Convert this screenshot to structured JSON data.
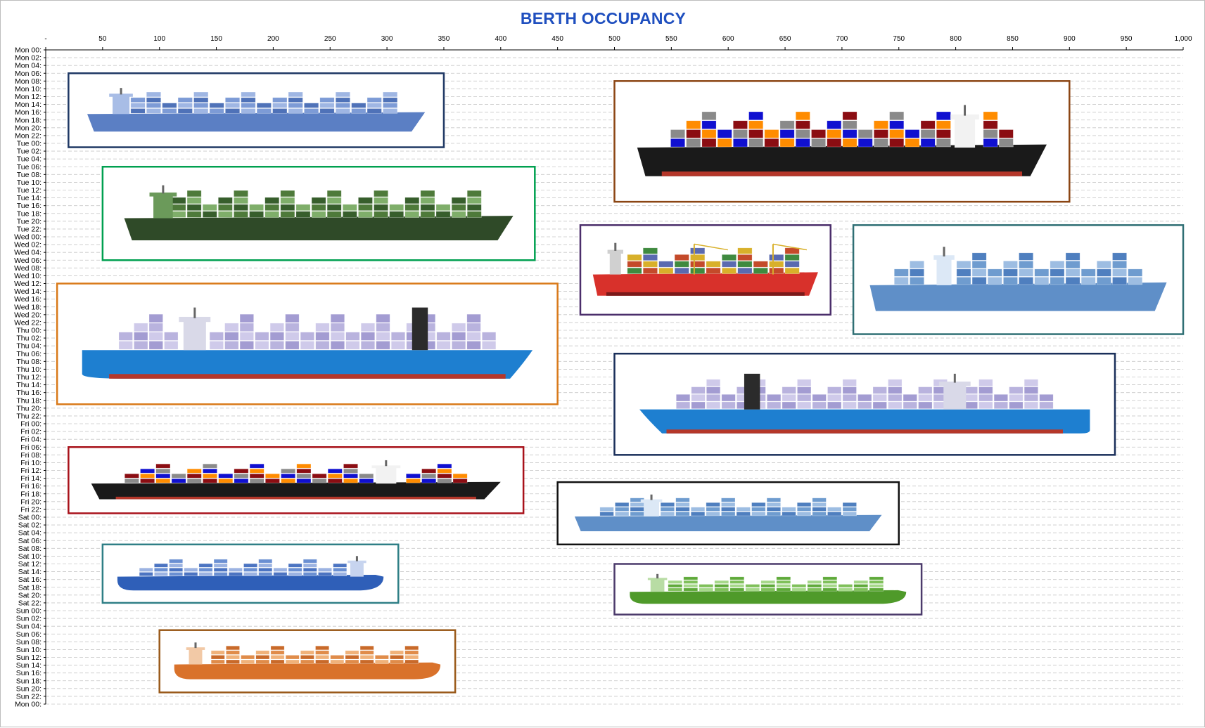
{
  "colors": {
    "title": "#1f4fbf",
    "gridline": "#c8c8c8",
    "axis": "#000000"
  },
  "chart_data": {
    "type": "gantt",
    "title": "BERTH OCCUPANCY",
    "x_axis": {
      "position": "top",
      "min": 0,
      "max": 1000,
      "step": 50,
      "tick_labels": [
        "-",
        "50",
        "100",
        "150",
        "200",
        "250",
        "300",
        "350",
        "400",
        "450",
        "500",
        "550",
        "600",
        "650",
        "700",
        "750",
        "800",
        "850",
        "900",
        "950",
        "1,000"
      ]
    },
    "y_axis": {
      "direction": "down",
      "min_hours": 0,
      "max_hours": 168,
      "step_hours": 2,
      "tick_labels": [
        "Mon 00:",
        "Mon 02:",
        "Mon 04:",
        "Mon 06:",
        "Mon 08:",
        "Mon 10:",
        "Mon 12:",
        "Mon 14:",
        "Mon 16:",
        "Mon 18:",
        "Mon 20:",
        "Mon 22:",
        "Tue 00:",
        "Tue 02:",
        "Tue 04:",
        "Tue 06:",
        "Tue 08:",
        "Tue 10:",
        "Tue 12:",
        "Tue 14:",
        "Tue 16:",
        "Tue 18:",
        "Tue 20:",
        "Tue 22:",
        "Wed 00:",
        "Wed 02:",
        "Wed 04:",
        "Wed 06:",
        "Wed 08:",
        "Wed 10:",
        "Wed 12:",
        "Wed 14:",
        "Wed 16:",
        "Wed 18:",
        "Wed 20:",
        "Wed 22:",
        "Thu 00:",
        "Thu 02:",
        "Thu 04:",
        "Thu 06:",
        "Thu 08:",
        "Thu 10:",
        "Thu 12:",
        "Thu 14:",
        "Thu 16:",
        "Thu 18:",
        "Thu 20:",
        "Thu 22:",
        "Fri 00:",
        "Fri 02:",
        "Fri 04:",
        "Fri 06:",
        "Fri 08:",
        "Fri 10:",
        "Fri 12:",
        "Fri 14:",
        "Fri 16:",
        "Fri 18:",
        "Fri 20:",
        "Fri 22:",
        "Sat 00:",
        "Sat 02:",
        "Sat 04:",
        "Sat 06:",
        "Sat 08:",
        "Sat 10:",
        "Sat 12:",
        "Sat 14:",
        "Sat 16:",
        "Sat 18:",
        "Sat 20:",
        "Sat 22:",
        "Sun 00:",
        "Sun 02:",
        "Sun 04:",
        "Sun 06:",
        "Sun 08:",
        "Sun 10:",
        "Sun 12:",
        "Sun 14:",
        "Sun 16:",
        "Sun 18:",
        "Sun 20:",
        "Sun 22:",
        "Mon 00:"
      ]
    },
    "grid": true,
    "vessels": [
      {
        "berth_start": 20,
        "berth_end": 350,
        "arrival_h": 6,
        "departure_h": 25,
        "frame_color": "#1f3864",
        "hull": "#5b7fc4",
        "cargo": [
          "#7d9bd6",
          "#4f72b8",
          "#9fb6e3"
        ],
        "superstructure": "#a8bde6",
        "bridge_pos": 0.1,
        "style": "flat"
      },
      {
        "berth_start": 50,
        "berth_end": 430,
        "arrival_h": 30,
        "departure_h": 54,
        "frame_color": "#00a050",
        "hull": "#2f4a28",
        "cargo": [
          "#4e7a3a",
          "#375e2c",
          "#7fae6a"
        ],
        "superstructure": "#6b9a5a",
        "bridge_pos": 0.1,
        "style": "flat"
      },
      {
        "berth_start": 10,
        "berth_end": 450,
        "arrival_h": 60,
        "departure_h": 91,
        "frame_color": "#d97a1a",
        "hull": "#1e7fd0",
        "cargo": [
          "#b9b3de",
          "#a39cd2",
          "#cfcaea"
        ],
        "superstructure": "#d9d9e8",
        "bridge_pos": 0.25,
        "style": "maersk"
      },
      {
        "berth_start": 20,
        "berth_end": 420,
        "arrival_h": 102,
        "departure_h": 119,
        "frame_color": "#a8111a",
        "hull": "#1a1a1a",
        "cargo": [
          "#8b0d12",
          "#ff8c00",
          "#1010d0",
          "#8a8a8a"
        ],
        "superstructure": "#f2f2f2",
        "bridge_pos": 0.72,
        "style": "box"
      },
      {
        "berth_start": 50,
        "berth_end": 310,
        "arrival_h": 127,
        "departure_h": 142,
        "frame_color": "#2f7f86",
        "hull": "#2f5fb8",
        "cargo": [
          "#6a8fd2",
          "#4c74c2",
          "#9cb3e2"
        ],
        "superstructure": "#c7d4ef",
        "bridge_pos": 0.9,
        "style": "feeder"
      },
      {
        "berth_start": 100,
        "berth_end": 360,
        "arrival_h": 149,
        "departure_h": 165,
        "frame_color": "#9a5a1a",
        "hull": "#d9722b",
        "cargo": [
          "#e08c4a",
          "#c96a2a",
          "#f0b27a"
        ],
        "superstructure": "#f2c9a6",
        "bridge_pos": 0.08,
        "style": "feeder"
      },
      {
        "berth_start": 500,
        "berth_end": 900,
        "arrival_h": 8,
        "departure_h": 39,
        "frame_color": "#8b4513",
        "hull": "#1a1a1a",
        "cargo": [
          "#8b0d12",
          "#ff8c00",
          "#1010d0",
          "#8a8a8a"
        ],
        "superstructure": "#f2f2f2",
        "bridge_pos": 0.8,
        "style": "box"
      },
      {
        "berth_start": 470,
        "berth_end": 690,
        "arrival_h": 45,
        "departure_h": 68,
        "frame_color": "#4b2e6b",
        "hull": "#d8312b",
        "cargo": [
          "#3f8a3f",
          "#c44a2a",
          "#d8b02a",
          "#5a6ab0"
        ],
        "superstructure": "#d0d0d0",
        "bridge_pos": 0.1,
        "style": "general"
      },
      {
        "berth_start": 710,
        "berth_end": 1000,
        "arrival_h": 45,
        "departure_h": 73,
        "frame_color": "#2f6f74",
        "hull": "#5f8fc8",
        "cargo": [
          "#6f9ccf",
          "#4f7fbf",
          "#9dbde2"
        ],
        "superstructure": "#dce8f6",
        "bridge_pos": 0.25,
        "style": "flat"
      },
      {
        "berth_start": 500,
        "berth_end": 940,
        "arrival_h": 78,
        "departure_h": 104,
        "frame_color": "#1a2f5a",
        "hull": "#1e7fd0",
        "cargo": [
          "#b9b3de",
          "#a39cd2",
          "#cfcaea"
        ],
        "superstructure": "#d9d9e8",
        "bridge_pos": 0.7,
        "style": "maersk"
      },
      {
        "berth_start": 450,
        "berth_end": 750,
        "arrival_h": 111,
        "departure_h": 127,
        "frame_color": "#111111",
        "hull": "#5f8fc8",
        "cargo": [
          "#6f9ccf",
          "#4f7fbf",
          "#9dbde2"
        ],
        "superstructure": "#dce8f6",
        "bridge_pos": 0.25,
        "style": "flat"
      },
      {
        "berth_start": 500,
        "berth_end": 770,
        "arrival_h": 132,
        "departure_h": 145,
        "frame_color": "#4b3a6b",
        "hull": "#4f9a2a",
        "cargo": [
          "#7fc05a",
          "#5faa3a",
          "#a6d88a"
        ],
        "superstructure": "#b8dca4",
        "bridge_pos": 0.1,
        "style": "feeder"
      }
    ]
  }
}
